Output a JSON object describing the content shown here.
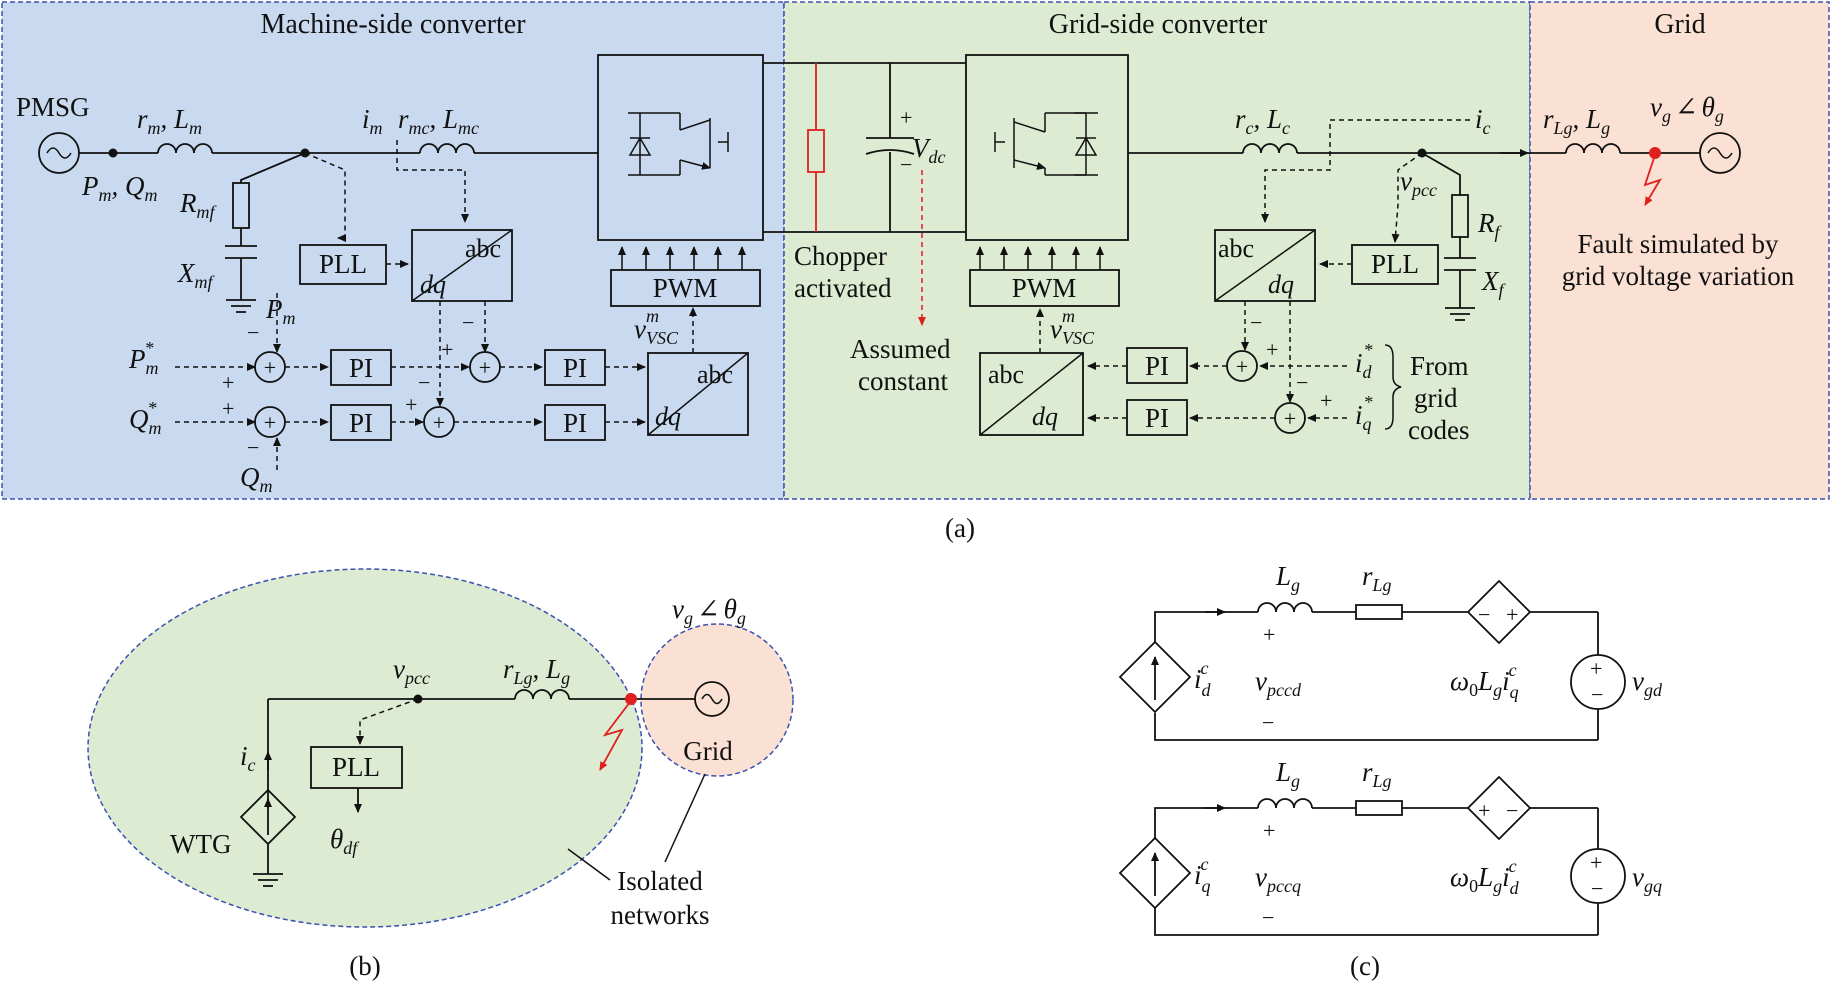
{
  "colors": {
    "machine_side_bg": "#c9daf0",
    "grid_side_bg": "#dcebd1",
    "grid_bg": "#fbe1d3",
    "border": "#3b52b0",
    "fault": "#e02020",
    "wire": "#111111"
  },
  "panel_a": {
    "caption": "(a)",
    "regions": {
      "machine": "Machine-side converter",
      "grid_conv": "Grid-side converter",
      "grid": "Grid"
    },
    "pmsg": "PMSG",
    "rm": "r",
    "rm_sub": "m",
    "lm": "L",
    "lm_sub": "m",
    "pm": "P",
    "pm_sub": "m",
    "qm": "Q",
    "qm_sub": "m",
    "rmf": "R",
    "rmf_sub": "mf",
    "xmf": "X",
    "xmf_sub": "mf",
    "im": "i",
    "im_sub": "m",
    "rmc": "r",
    "rmc_sub": "mc",
    "lmc": "L",
    "lmc_sub": "mc",
    "pll": "PLL",
    "abc": "abc",
    "dq": "dq",
    "pi": "PI",
    "pwm": "PWM",
    "plus": "+",
    "minus": "−",
    "p_ref": "P",
    "p_ref_sub": "m",
    "q_ref": "Q",
    "q_ref_sub": "m",
    "star": "*",
    "vvsc": "v",
    "vvsc_sup": "m",
    "vvsc_sub": "VSC",
    "vdc": "V",
    "vdc_sub": "dc",
    "chopper": [
      "Chopper",
      "activated"
    ],
    "assumed": [
      "Assumed",
      "constant"
    ],
    "rc": "r",
    "rc_sub": "c",
    "lc": "L",
    "lc_sub": "c",
    "ic": "i",
    "ic_sub": "c",
    "vpcc": "v",
    "vpcc_sub": "pcc",
    "rf": "R",
    "rf_sub": "f",
    "xf": "X",
    "xf_sub": "f",
    "id_ref": "i",
    "id_sub": "d",
    "iq_ref": "i",
    "iq_sub": "q",
    "from_grid": [
      "From",
      "grid",
      "codes"
    ],
    "rlg": "r",
    "rlg_sub": "Lg",
    "lg": "L",
    "lg_sub": "g",
    "vg": "v",
    "vg_sub": "g",
    "angle": "∠",
    "theta": "θ",
    "theta_sub": "g",
    "fault": [
      "Fault simulated by",
      "grid voltage variation"
    ]
  },
  "panel_b": {
    "caption": "(b)",
    "vpcc": "v",
    "vpcc_sub": "pcc",
    "rlg": "r",
    "rlg_sub": "Lg",
    "lg": "L",
    "lg_sub": "g",
    "vg": "v",
    "vg_sub": "g",
    "angle": "∠",
    "theta": "θ",
    "theta_sub": "g",
    "ic": "i",
    "ic_sub": "c",
    "pll": "PLL",
    "theta_df": "θ",
    "theta_df_sub": "df",
    "wtg": "WTG",
    "grid": "Grid",
    "isolated": [
      "Isolated",
      "networks"
    ]
  },
  "panel_c": {
    "caption": "(c)",
    "lg": "L",
    "lg_sub": "g",
    "rlg": "r",
    "rlg_sub": "Lg",
    "plus": "+",
    "minus": "−",
    "top": {
      "i": "i",
      "i_sub": "d",
      "i_sup": "c",
      "v": "v",
      "v_sub": "pccd",
      "src_a": "ω",
      "src_a_sub": "0",
      "src_b": "L",
      "src_b_sub": "g",
      "src_c": "i",
      "src_c_sub": "q",
      "src_c_sup": "c",
      "vg": "v",
      "vg_sub": "gd",
      "dep_left": "−",
      "dep_right": "+"
    },
    "bottom": {
      "i": "i",
      "i_sub": "q",
      "i_sup": "c",
      "v": "v",
      "v_sub": "pccq",
      "src_a": "ω",
      "src_a_sub": "0",
      "src_b": "L",
      "src_b_sub": "g",
      "src_c": "i",
      "src_c_sub": "d",
      "src_c_sup": "c",
      "vg": "v",
      "vg_sub": "gq",
      "dep_left": "+",
      "dep_right": "−"
    }
  }
}
